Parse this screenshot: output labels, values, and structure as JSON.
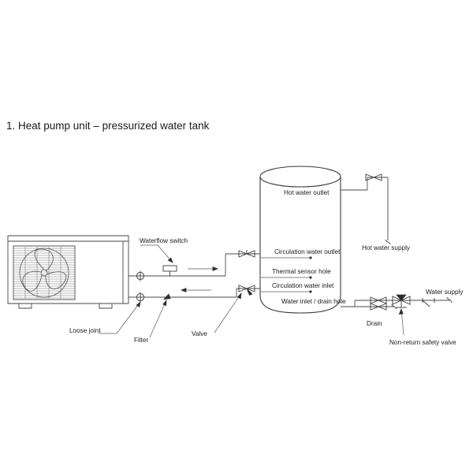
{
  "title": "1. Heat pump unit – pressurized water tank",
  "colors": {
    "line": "#4a4a4a",
    "text": "#1a1a1a",
    "background": "#ffffff"
  },
  "labels": {
    "waterflow_switch": "Waterflow switch",
    "loose_joint": "Loose joint",
    "filter": "Filter",
    "valve": "Valve",
    "hot_water_outlet": "Hot water outlet",
    "circulation_water_outlet": "Circulation water outlet",
    "thermal_sensor_hole": "Thermal sensor hole",
    "circulation_water_inlet": "Circulation water inlet",
    "water_inlet_drain_hole": "Water inlet / drain hole",
    "hot_water_supply": "Hot water supply",
    "water_supply": "Water supply",
    "drain": "Drain",
    "non_return_safety_valve": "Non-return safety valve"
  },
  "components": {
    "heat_pump_unit": "heat-pump-unit",
    "water_tank": "pressurized-water-tank"
  }
}
